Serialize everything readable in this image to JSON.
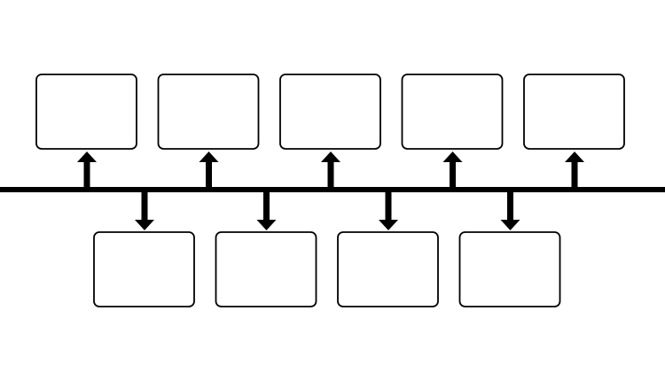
{
  "diagram": {
    "type": "timeline",
    "colors": {
      "stroke": "#000000",
      "box_fill": "#ffffff",
      "background": "#ffffff"
    },
    "boxes_above": [
      "",
      "",
      "",
      "",
      ""
    ],
    "boxes_below": [
      "",
      "",
      "",
      ""
    ],
    "arrow_direction_above": "up",
    "arrow_direction_below": "down"
  }
}
